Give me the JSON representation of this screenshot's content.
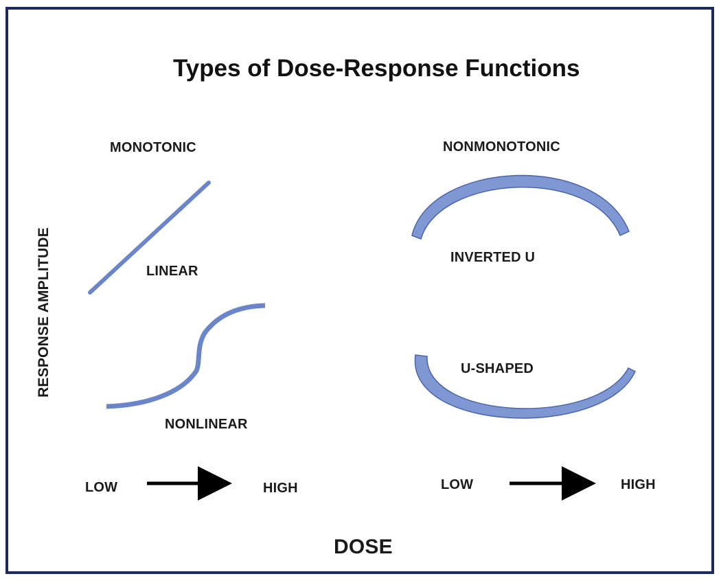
{
  "title": "Types of Dose-Response Functions",
  "y_axis_label": "RESPONSE AMPLITUDE",
  "x_axis_label": "DOSE",
  "left_panel": {
    "heading": "MONOTONIC",
    "curves": [
      {
        "label": "LINEAR",
        "shape": "straight-rising-line"
      },
      {
        "label": "NONLINEAR",
        "shape": "sigmoid-rising-curve"
      }
    ],
    "dose_low": "LOW",
    "dose_high": "HIGH"
  },
  "right_panel": {
    "heading": "NONMONOTONIC",
    "curves": [
      {
        "label": "INVERTED U",
        "shape": "inverted-u-arc"
      },
      {
        "label": "U-SHAPED",
        "shape": "u-arc"
      }
    ],
    "dose_low": "LOW",
    "dose_high": "HIGH"
  },
  "colors": {
    "curve": "#6b86c8",
    "curve_edge": "#4a63a8",
    "frame": "#1f2a5c",
    "text": "#1a1a1a",
    "arrow": "#000000"
  }
}
